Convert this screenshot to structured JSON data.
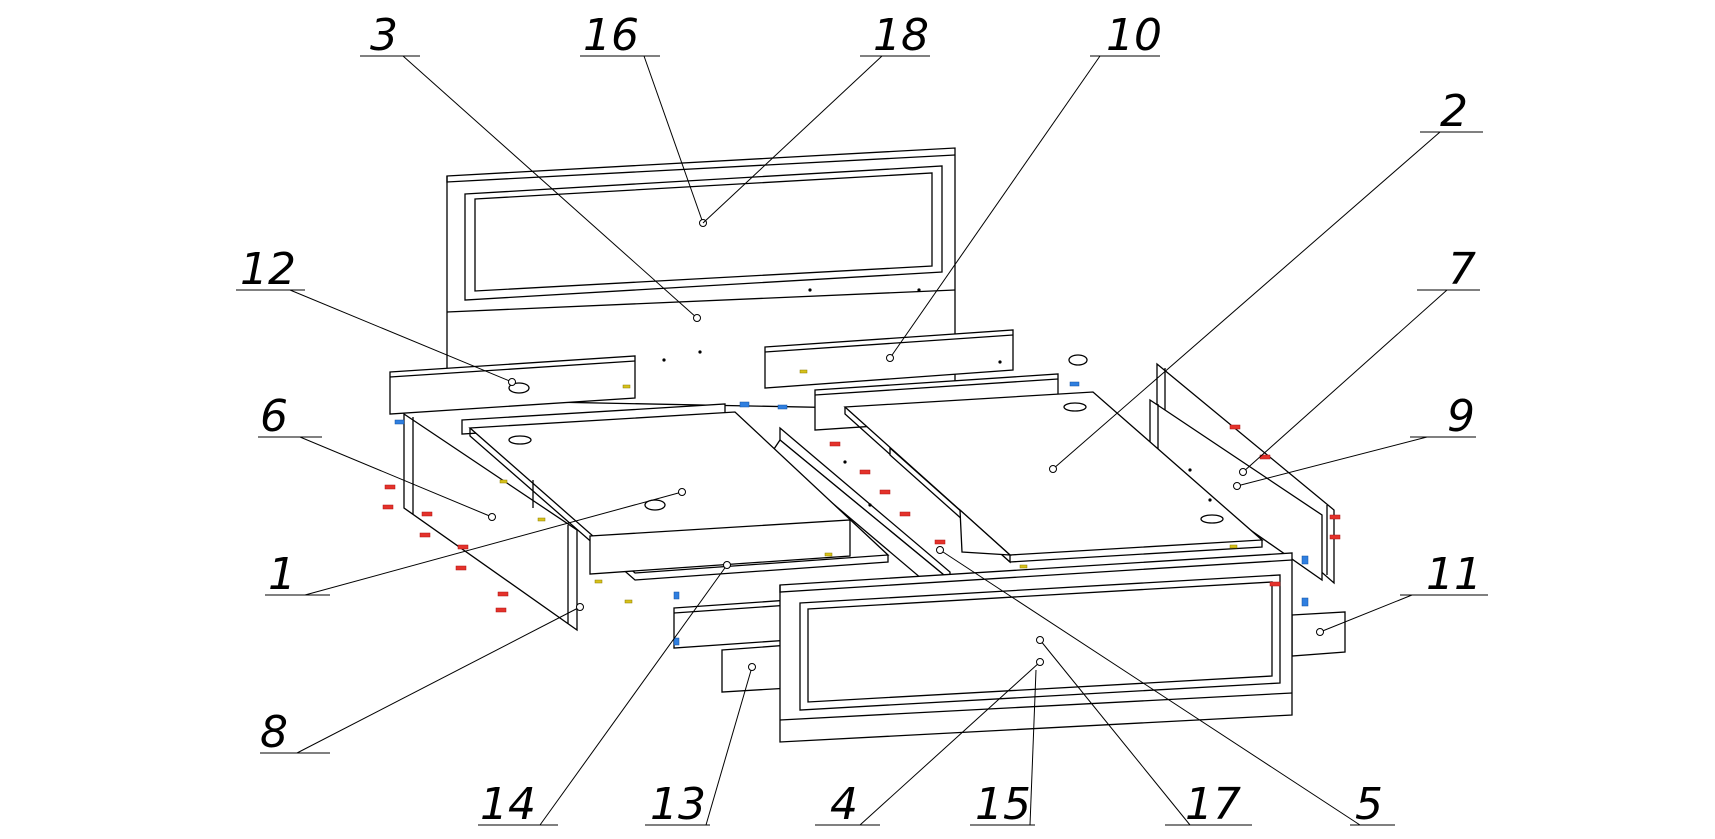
{
  "callouts": [
    {
      "label": "3"
    },
    {
      "label": "16"
    },
    {
      "label": "18"
    },
    {
      "label": "10"
    },
    {
      "label": "2"
    },
    {
      "label": "12"
    },
    {
      "label": "7"
    },
    {
      "label": "6"
    },
    {
      "label": "9"
    },
    {
      "label": "1"
    },
    {
      "label": "11"
    },
    {
      "label": "8"
    },
    {
      "label": "14"
    },
    {
      "label": "13"
    },
    {
      "label": "4"
    },
    {
      "label": "15"
    },
    {
      "label": "17"
    },
    {
      "label": "5"
    }
  ],
  "colors": {
    "line": "#000000",
    "screw_red": "#e4322b",
    "screw_blue": "#2f7fe0",
    "dowel_yellow": "#d8c21a",
    "background": "#ffffff"
  }
}
